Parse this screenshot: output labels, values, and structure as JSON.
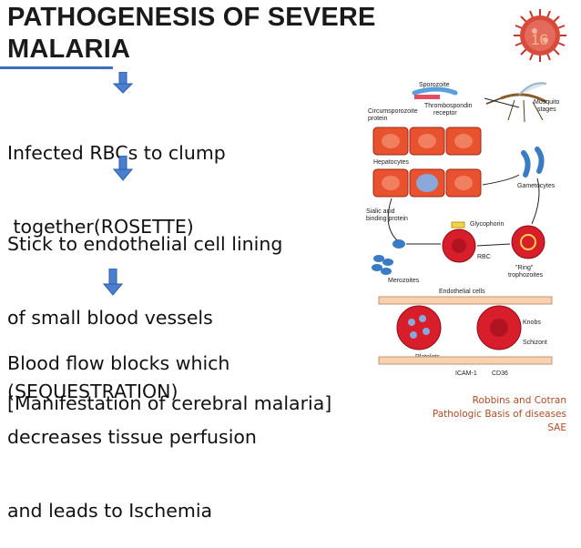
{
  "slide": {
    "title_line1": "PATHOGENESIS OF SEVERE",
    "title_line2": "MALARIA",
    "page_number": "16"
  },
  "content": {
    "block1": [
      "Infected RBCs to clump",
      " together(ROSETTE)"
    ],
    "block2": [
      "Stick to endothelial cell lining",
      "of small blood vessels",
      "(SEQUESTRATION)"
    ],
    "block3": [
      "Blood flow blocks which",
      "decreases tissue perfusion",
      "and leads to Ischemia"
    ],
    "block4": "[Manifestation of cerebral malaria]"
  },
  "figure": {
    "labels": {
      "sporozoite": "Sporozoite",
      "csp": "Circumsporozoite\nprotein",
      "tsp": "Thrombospondin\nreceptor",
      "mosquito": "Mosquito\nstages",
      "hepatocytes": "Hepatocytes",
      "gametocytes": "Gametocytes",
      "sialic": "Sialic acid\nbinding protein",
      "glycophorin": "Glycophorin",
      "rbc": "RBC",
      "merozoites": "Merozoites",
      "ring": "\"Ring\"\ntrophozoites",
      "endothelial": "Endothelial cells",
      "knobs": "Knobs",
      "schizont": "Schizont",
      "platelets": "Platelets",
      "icam": "ICAM-1",
      "cd36": "CD36"
    }
  },
  "credit": [
    "Robbins and Cotran",
    "Pathologic Basis of diseases",
    "SAE"
  ],
  "colors": {
    "arrow": "#4a7fd0",
    "accent": "#3f6fbf",
    "credit": "#b24a24"
  }
}
